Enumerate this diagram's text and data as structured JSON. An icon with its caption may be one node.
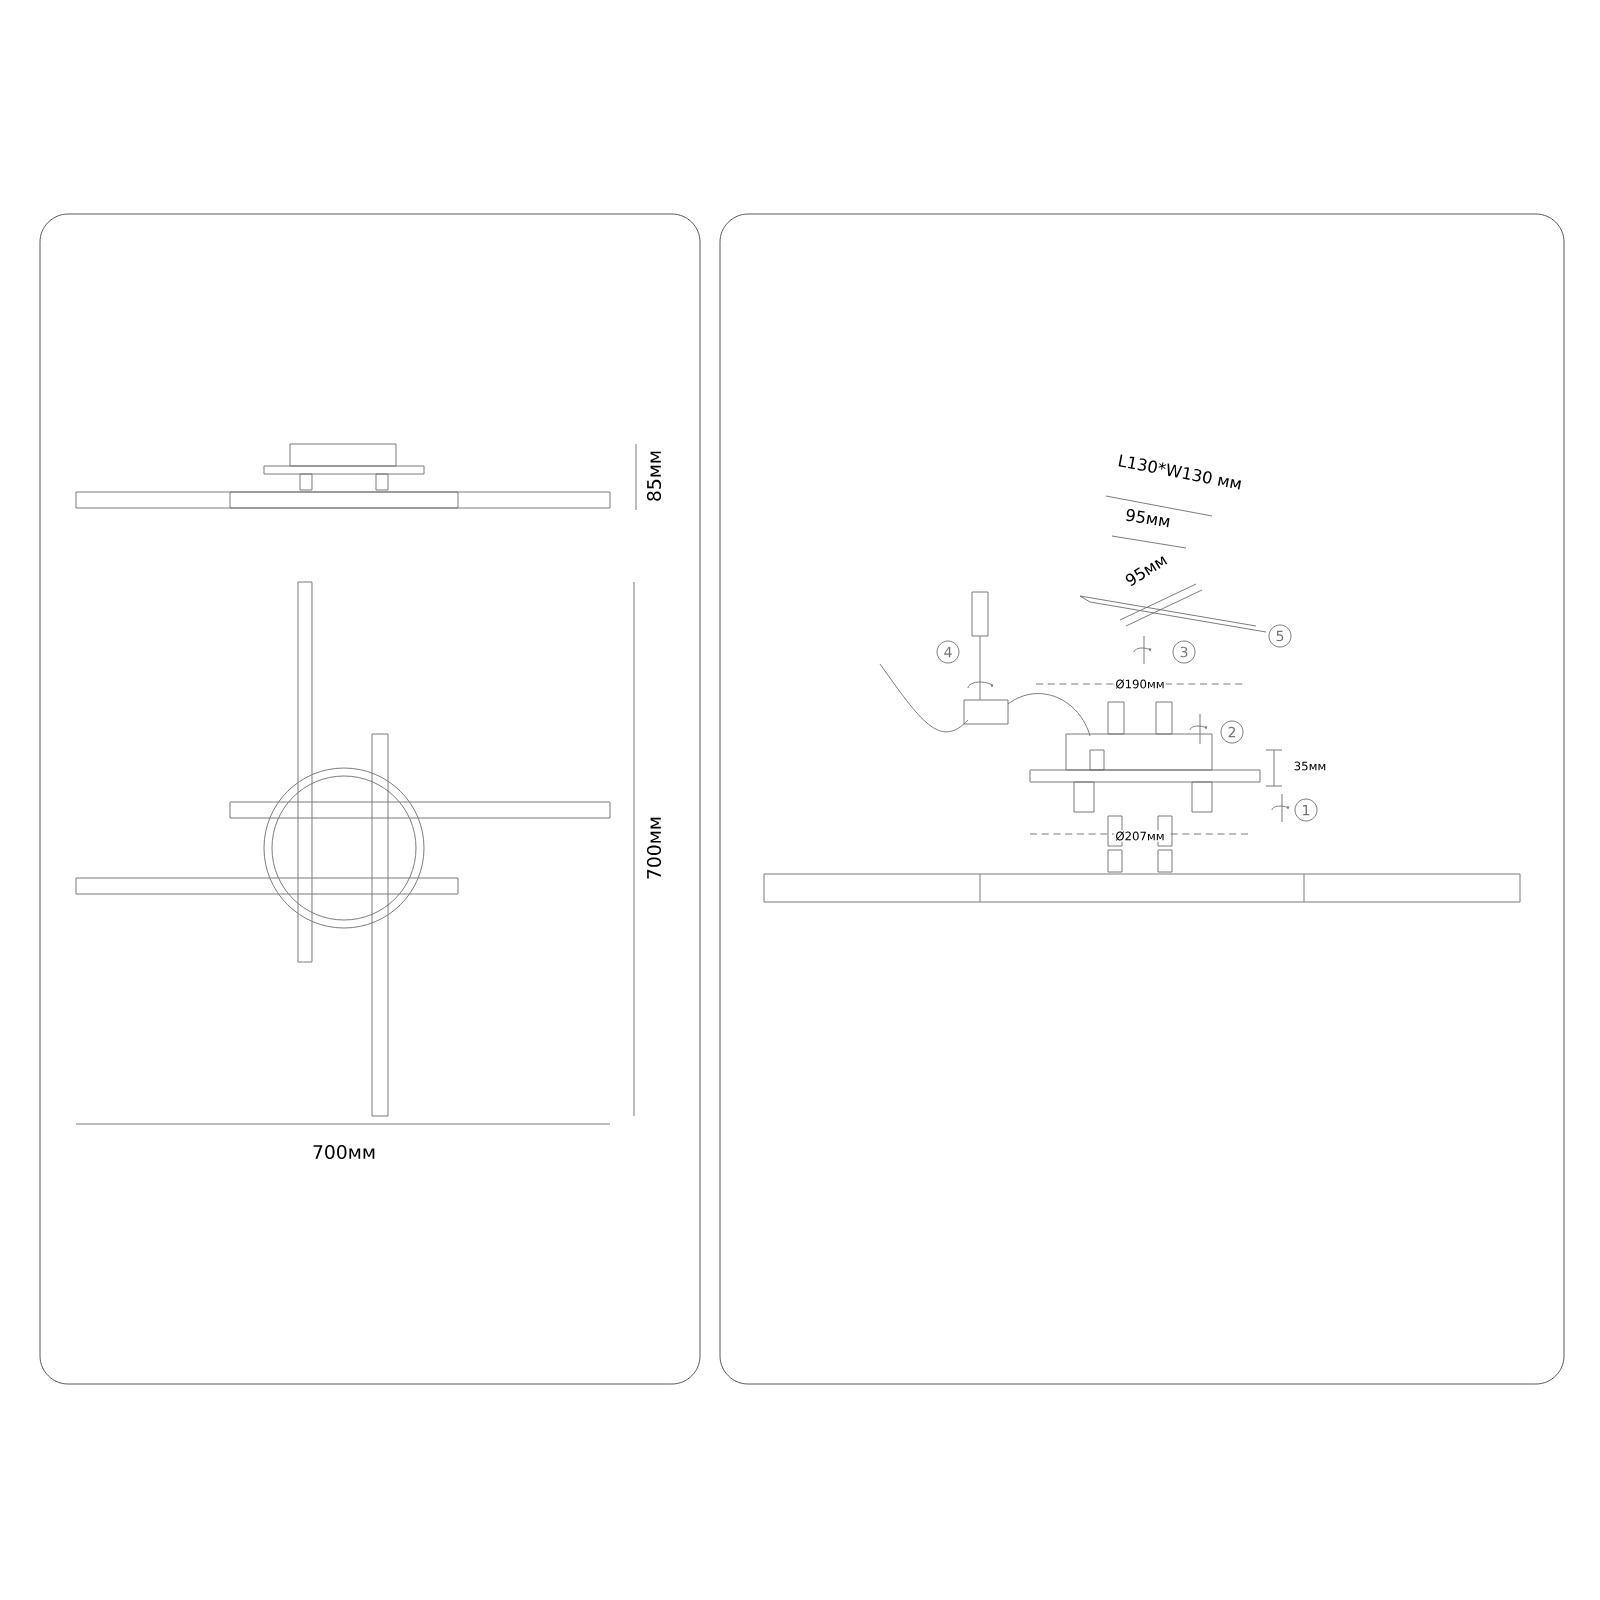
{
  "diagram": {
    "nodes": [
      {
        "text": [
          "4"
        ]
      },
      {
        "text": [
          "3"
        ]
      },
      {
        "text": [
          "5"
        ]
      },
      {
        "text": [
          "2"
        ]
      },
      {
        "text": [
          "1"
        ]
      }
    ],
    "labels": [
      "85мм",
      "700мм",
      "700мм",
      "L130*W130 мм",
      "95мм",
      "95мм",
      "Ø190мм",
      "35мм",
      "Ø207мм"
    ]
  }
}
